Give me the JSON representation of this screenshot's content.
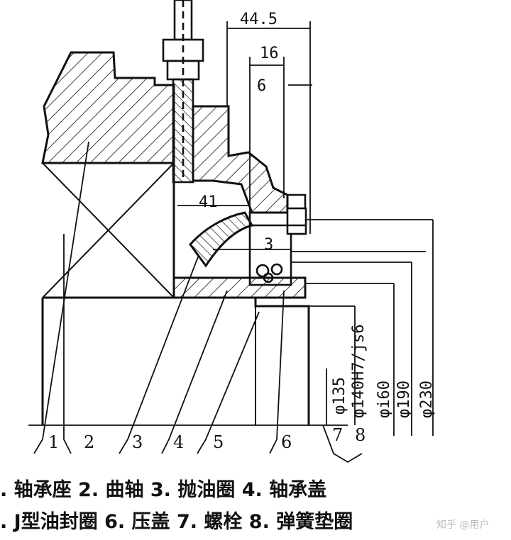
{
  "dimensions": {
    "top": [
      "44.5",
      "16",
      "6"
    ],
    "bore_41": "41",
    "bore_3": "3",
    "diameters": [
      "φ135",
      "φ140H7/js6",
      "φi60",
      "φ190",
      "φ230"
    ]
  },
  "part_numbers": [
    "1",
    "2",
    "3",
    "4",
    "5",
    "6",
    "7",
    "8"
  ],
  "legend": {
    "line1": ". 轴承座    2. 曲轴    3. 抛油圈    4. 轴承盖",
    "line2": ". J型油封圈    6. 压盖    7. 螺栓    8. 弹簧垫圈"
  },
  "watermark": "知乎 @用户"
}
